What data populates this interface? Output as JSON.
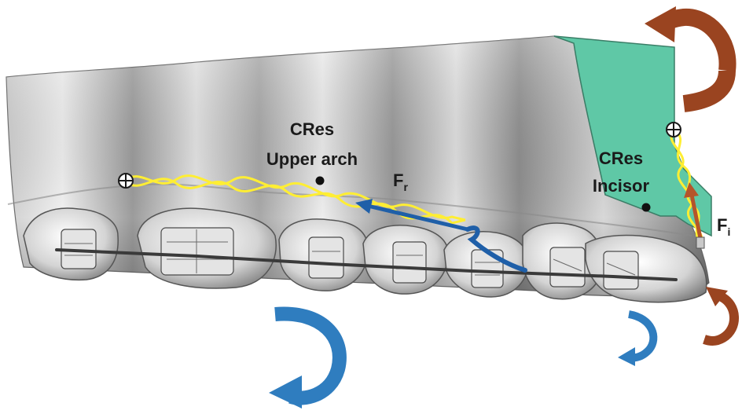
{
  "labels": {
    "cres_upper_line1": "CRes",
    "cres_upper_line2": "Upper arch",
    "cres_incisor_line1": "CRes",
    "cres_incisor_line2": "Incisor",
    "force_retraction": "F",
    "force_retraction_sub": "r",
    "force_intrusion": "F",
    "force_intrusion_sub": "i"
  },
  "colors": {
    "incisor_segment": "#5fc8a6",
    "spring": "#ffee33",
    "retraction_arrow": "#1f5fa8",
    "intrusion_arrow": "#b5542a",
    "moment_blue": "#2f7dbf",
    "moment_brown": "#9a4420",
    "archwire": "#3a3a3a"
  }
}
